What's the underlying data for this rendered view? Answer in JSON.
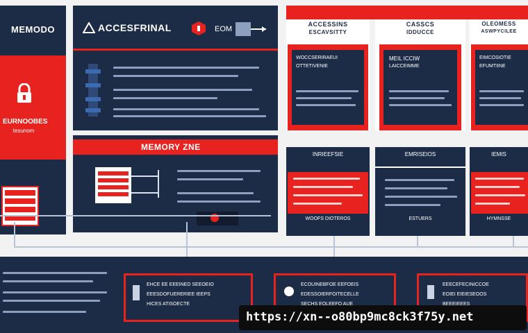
{
  "colors": {
    "navy": "#1d2c46",
    "red": "#e8231f",
    "white": "#ffffff",
    "bg": "#f2f2f2"
  },
  "left_panel": {
    "title": "MEMODO",
    "lock_caption_1": "EURNOOBES",
    "lock_caption_2": "tesunom",
    "icon": "padlock-icon"
  },
  "top_banner": {
    "title": "ACCESFRINAL",
    "right_label": "EOM",
    "icons": [
      "warning-triangle-icon",
      "hexagon-alert-icon",
      "flag-icon"
    ]
  },
  "memory_zone": {
    "title": "MEMORY ZNE"
  },
  "top_boxes": [
    {
      "header_1": "ACCESSINS",
      "header_2": "ESCAVSITTY",
      "title_1": "WOCCSERIRAEUI",
      "title_2": "OTTETIVENIE"
    },
    {
      "header_1": "CASSCS",
      "header_2": "IDDUCCE",
      "title_1": "MEIL ICCIW",
      "title_2": "LAICCEIMME"
    },
    {
      "header_1": "OLEOMESS",
      "header_2": "ASWPYCILEE",
      "title_1": "EIMCOSIOTIE",
      "title_2": "EFUMTIINE"
    }
  ],
  "mid_boxes": [
    {
      "label": "INRIEEFSIE",
      "footer": "WOOFS DIOTEROS"
    },
    {
      "label": "EMRISEIOS",
      "footer": "ESTUERS"
    },
    {
      "label": "IEMIS",
      "footer": "HYMNSSE"
    }
  ],
  "bottom_boxes": [
    {
      "line_1": "EHCE EE EEEINED SEEOEIO",
      "line_2": "EEESDOFUERERIEE IEEPS",
      "line_3": "HICES ATISOECTE"
    },
    {
      "line_1": "ECOUINEBFOE EEFOEIS",
      "line_2": "EDESSOIERFOITECELLE",
      "line_3": "SECHS EOLEEFO AUE"
    },
    {
      "line_1": "EEECEFECINICCOE",
      "line_2": "EOIEI EIEIESEOOS",
      "line_3": "BEEEIEEES"
    }
  ],
  "watermark": {
    "url": "https://xn--o80bp9mc8ck3f75y.net"
  }
}
